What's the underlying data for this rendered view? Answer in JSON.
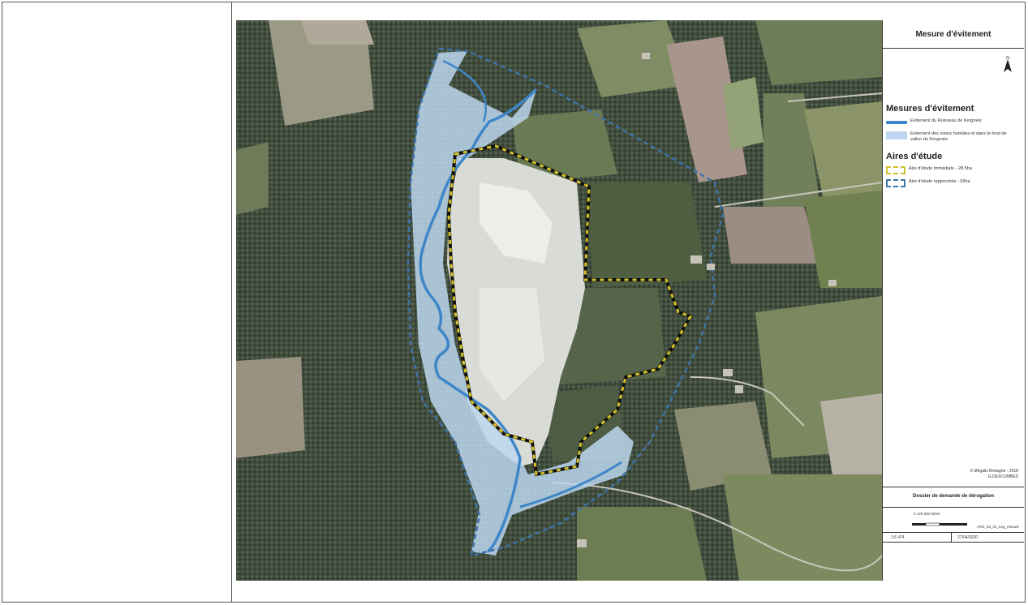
{
  "map_title": "Mesure d'évitement",
  "legend": {
    "section_measures": "Mesures d'évitement",
    "items_measures": [
      {
        "label": "Evitement du Ruisseau de Kergroëz",
        "symbol": "line",
        "color": "#3f86c9"
      },
      {
        "label": "Evitement des zones humides et dans le fond de vallon du Kergroëz",
        "symbol": "fill",
        "color": "#bcd7ef"
      }
    ],
    "section_study": "Aires d'étude",
    "items_study": [
      {
        "label": "Aire d'étude immédiate - 28.5ha",
        "symbol": "dashed",
        "color": "#d4c22c"
      },
      {
        "label": "Aire d'étude rapprochée - 69ha",
        "symbol": "dashed",
        "color": "#3f74a8"
      }
    ]
  },
  "credits": {
    "line1": "© Mégalis Bretagne - 2018",
    "line2": "G.DESCOMBES"
  },
  "document": {
    "title": "Dossier de demande de dérogation",
    "scale_bar_text": "0   125  250        500m",
    "reference": "ARG_03_01_Leg_mesure",
    "scale": "1:6 474",
    "date": "27/04/2020"
  },
  "colors": {
    "water_line": "#3f86c9",
    "wetland_fill": "#bcd7ef",
    "immediate_area": "#d4c22c",
    "close_area": "#3f74a8"
  }
}
